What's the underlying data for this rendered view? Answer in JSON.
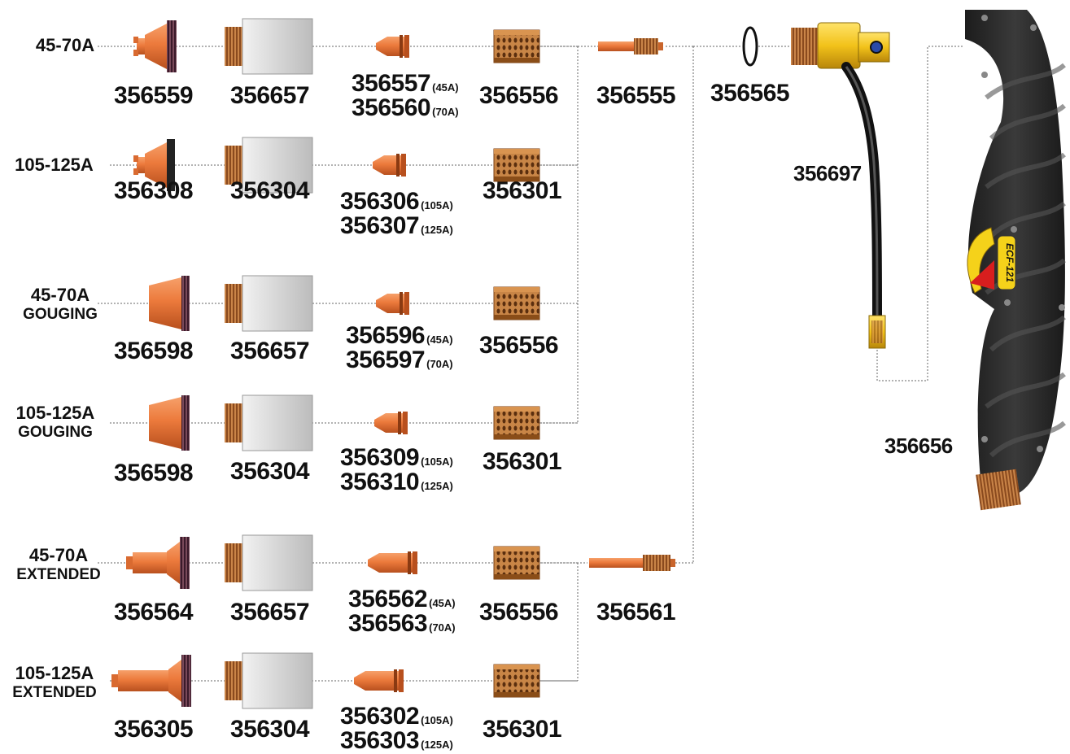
{
  "rows": [
    {
      "label": "45-70A",
      "sublabel": "",
      "parts": [
        {
          "pn": "356559"
        },
        {
          "pn": "356657"
        },
        {
          "pn": "356557",
          "amp": "(45A)",
          "pn2": "356560",
          "amp2": "(70A)"
        },
        {
          "pn": "356556"
        }
      ]
    },
    {
      "label": "105-125A",
      "sublabel": "",
      "parts": [
        {
          "pn": "356308"
        },
        {
          "pn": "356304"
        },
        {
          "pn": "356306",
          "amp": "(105A)",
          "pn2": "356307",
          "amp2": "(125A)"
        },
        {
          "pn": "356301"
        }
      ]
    },
    {
      "label": "45-70A",
      "sublabel": "GOUGING",
      "parts": [
        {
          "pn": "356598"
        },
        {
          "pn": "356657"
        },
        {
          "pn": "356596",
          "amp": "(45A)",
          "pn2": "356597",
          "amp2": "(70A)"
        },
        {
          "pn": "356556"
        }
      ]
    },
    {
      "label": "105-125A",
      "sublabel": "GOUGING",
      "parts": [
        {
          "pn": "356598"
        },
        {
          "pn": "356304"
        },
        {
          "pn": "356309",
          "amp": "(105A)",
          "pn2": "356310",
          "amp2": "(125A)"
        },
        {
          "pn": "356301"
        }
      ]
    },
    {
      "label": "45-70A",
      "sublabel": "EXTENDED",
      "parts": [
        {
          "pn": "356564"
        },
        {
          "pn": "356657"
        },
        {
          "pn": "356562",
          "amp": "(45A)",
          "pn2": "356563",
          "amp2": "(70A)"
        },
        {
          "pn": "356556"
        }
      ]
    },
    {
      "label": "105-125A",
      "sublabel": "EXTENDED",
      "parts": [
        {
          "pn": "356305"
        },
        {
          "pn": "356304"
        },
        {
          "pn": "356302",
          "amp": "(105A)",
          "pn2": "356303",
          "amp2": "(125A)"
        },
        {
          "pn": "356301"
        }
      ]
    }
  ],
  "shared_parts": {
    "standard_electrode": "356555",
    "extended_electrode": "356561",
    "oring": "356565",
    "torch_head": "356697",
    "torch_handle": "356656",
    "handle_badge": "ECF-121"
  },
  "colors": {
    "copper": "#e8763a",
    "copper_dark": "#a8461a",
    "bronze": "#c8803e",
    "ceramic": "#d8d8d8",
    "brass": "#f2c21a",
    "handle": "#2a2a2a",
    "trigger_yellow": "#f5d21a",
    "trigger_red": "#d81e1e"
  }
}
